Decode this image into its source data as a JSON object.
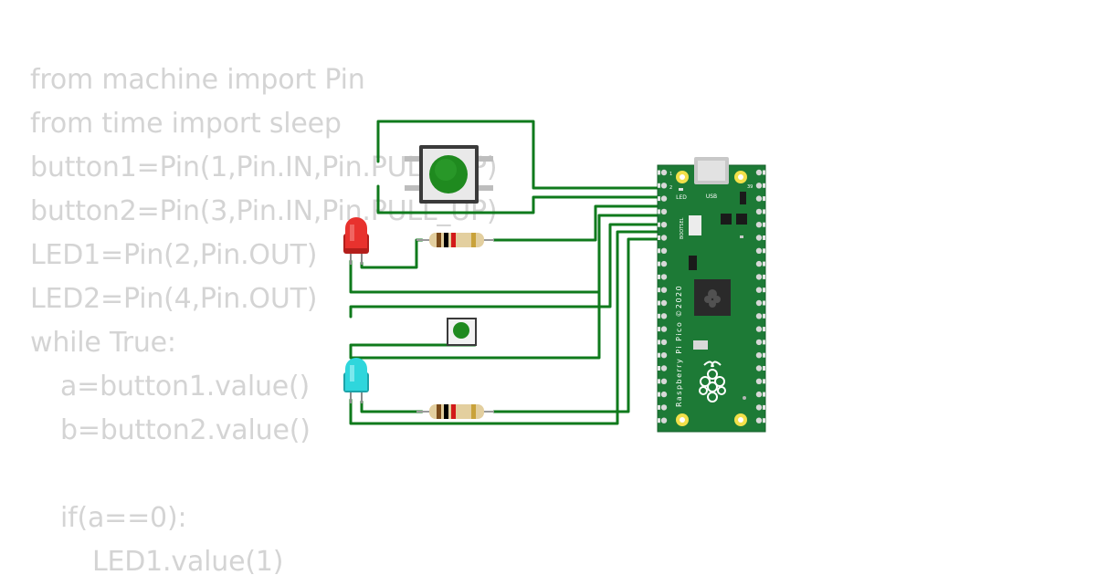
{
  "code_lines": [
    {
      "text": "from machine import Pin",
      "indent": 0
    },
    {
      "text": "from time import sleep",
      "indent": 0
    },
    {
      "text": "button1=Pin(1,Pin.IN,Pin.PULL_UP)",
      "indent": 0
    },
    {
      "text": "button2=Pin(3,Pin.IN,Pin.PULL_UP)",
      "indent": 0
    },
    {
      "text": "LED1=Pin(2,Pin.OUT)",
      "indent": 0
    },
    {
      "text": "LED2=Pin(4,Pin.OUT)",
      "indent": 0
    },
    {
      "text": "while True:",
      "indent": 0
    },
    {
      "text": "a=button1.value()",
      "indent": 1
    },
    {
      "text": "b=button2.value()",
      "indent": 1
    },
    {
      "text": "",
      "indent": 0
    },
    {
      "text": "if(a==0):",
      "indent": 1
    },
    {
      "text": "LED1.value(1)",
      "indent": 2
    }
  ],
  "board": {
    "name": "Raspberry Pi Pico ©2020",
    "usb_label": "USB",
    "led_label": "LED",
    "bootsel_label": "BOOTSEL",
    "pin_1": "1",
    "pin_2": "2",
    "pin_39": "39"
  },
  "components": {
    "led1_color": "#e8322e",
    "led2_color": "#2fd6dc",
    "button_cap_color": "#1f8a1f",
    "board_color": "#1d7a36",
    "wire_color": "#0f7a1c"
  }
}
